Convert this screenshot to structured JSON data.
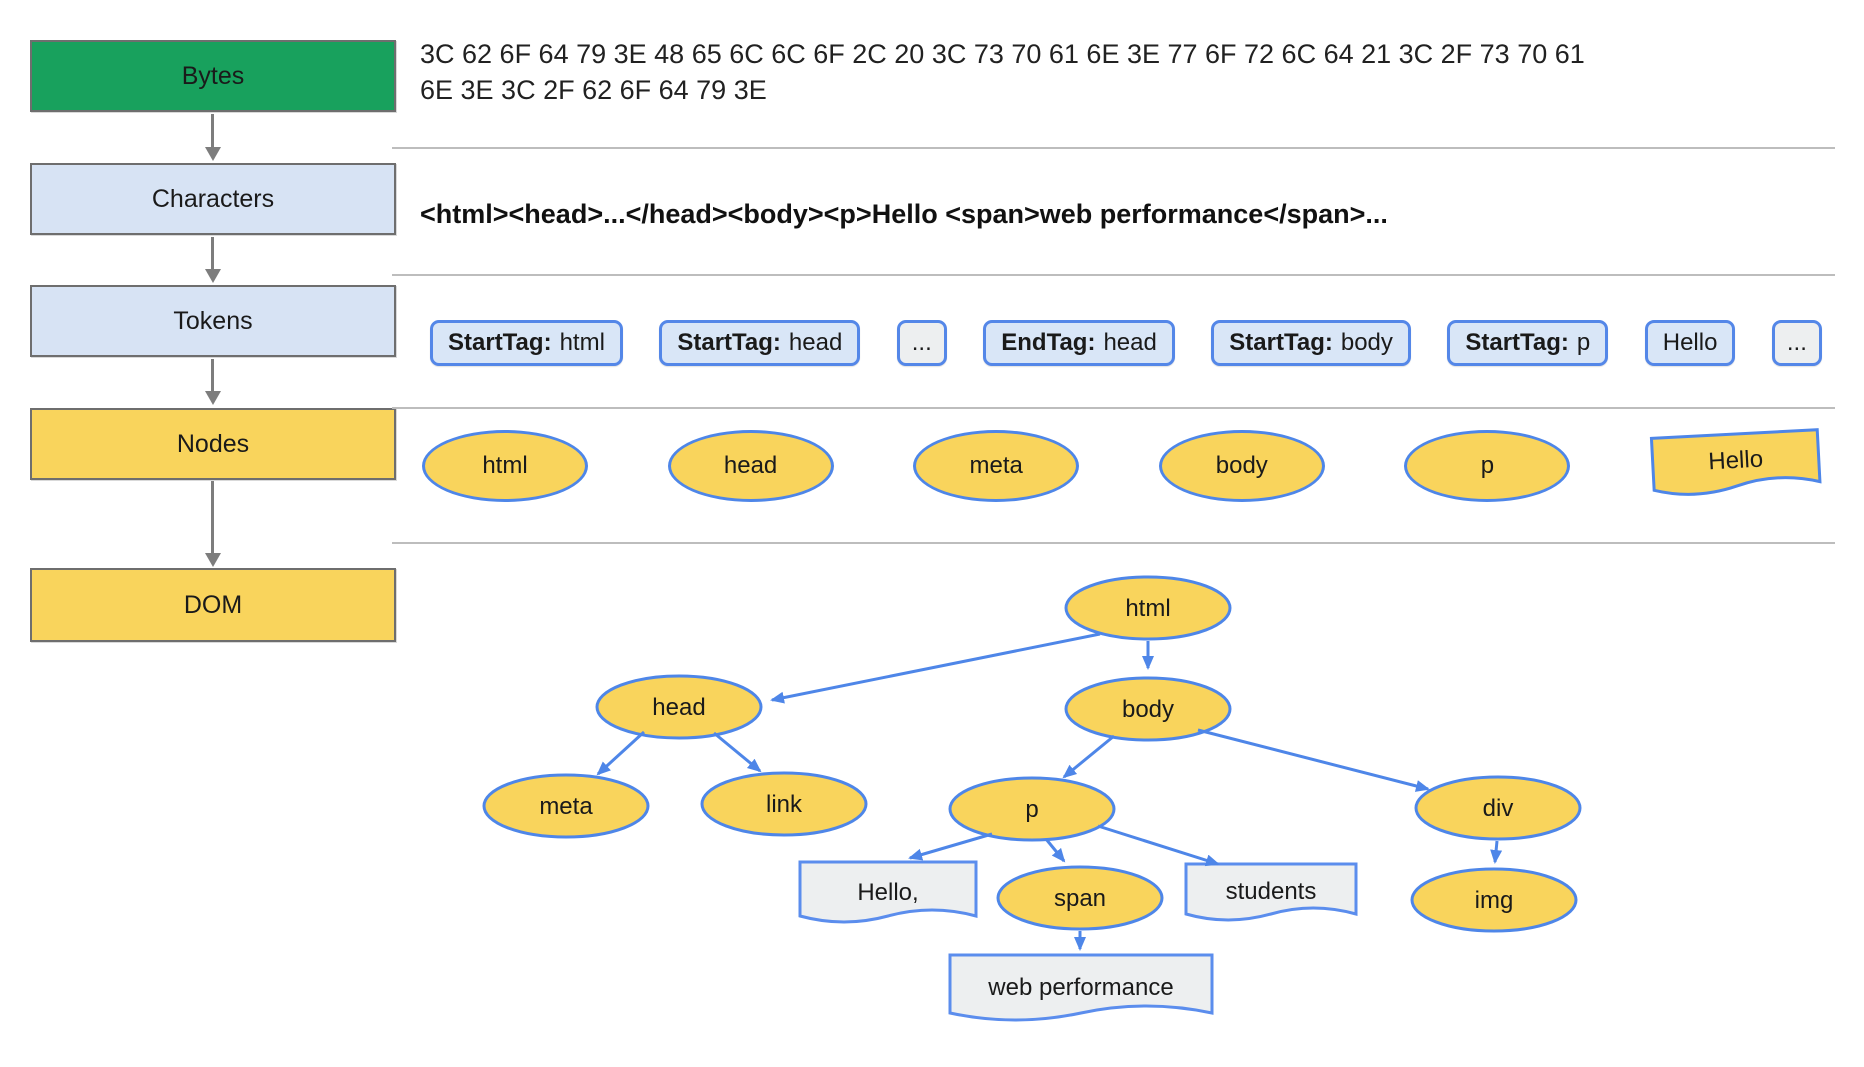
{
  "flow": {
    "steps": [
      {
        "label": "Bytes"
      },
      {
        "label": "Characters"
      },
      {
        "label": "Tokens"
      },
      {
        "label": "Nodes"
      },
      {
        "label": "DOM"
      }
    ]
  },
  "bytes_row": {
    "lines": [
      "3C 62 6F 64 79 3E 48 65 6C 6C 6F 2C 20 3C 73 70 61 6E 3E 77 6F 72 6C 64 21 3C 2F 73 70 61",
      "6E 3E 3C 2F 62 6F 64 79 3E"
    ]
  },
  "characters_row": {
    "text": "<html><head>...</head><body><p>Hello <span>web performance</span>..."
  },
  "tokens_row": {
    "items": [
      {
        "bold": "StartTag:",
        "text": "html",
        "variant": "tag"
      },
      {
        "bold": "StartTag:",
        "text": "head",
        "variant": "tag"
      },
      {
        "bold": "",
        "text": "...",
        "variant": "etc"
      },
      {
        "bold": "EndTag:",
        "text": "head",
        "variant": "tag"
      },
      {
        "bold": "StartTag:",
        "text": "body",
        "variant": "tag"
      },
      {
        "bold": "StartTag:",
        "text": "p",
        "variant": "tag"
      },
      {
        "bold": "",
        "text": "Hello",
        "variant": "text"
      },
      {
        "bold": "",
        "text": "...",
        "variant": "etc"
      }
    ]
  },
  "nodes_row": {
    "ellipses": [
      "html",
      "head",
      "meta",
      "body",
      "p"
    ],
    "text_node": "Hello"
  },
  "dom_tree": {
    "nodes": {
      "html": {
        "label": "html"
      },
      "head": {
        "label": "head"
      },
      "body": {
        "label": "body"
      },
      "meta": {
        "label": "meta"
      },
      "link": {
        "label": "link"
      },
      "p": {
        "label": "p"
      },
      "div": {
        "label": "div"
      },
      "span": {
        "label": "span"
      },
      "img": {
        "label": "img"
      },
      "text_hello": {
        "label": "Hello,"
      },
      "text_students": {
        "label": "students"
      },
      "text_webperf": {
        "label": "web performance"
      }
    }
  },
  "colors": {
    "bytes_green": "#18a15d",
    "step_light_blue": "#d7e3f4",
    "node_yellow": "#f9d45c",
    "token_blue_bg": "#d9e6f7",
    "token_gray_bg": "#edeff0",
    "blue_border": "#4e86e8",
    "text_node_gray": "#edeff1",
    "divider_gray": "#bdbdbd",
    "flow_arrow_gray": "#7d7d7d",
    "box_border_gray": "#6e6e6e"
  }
}
